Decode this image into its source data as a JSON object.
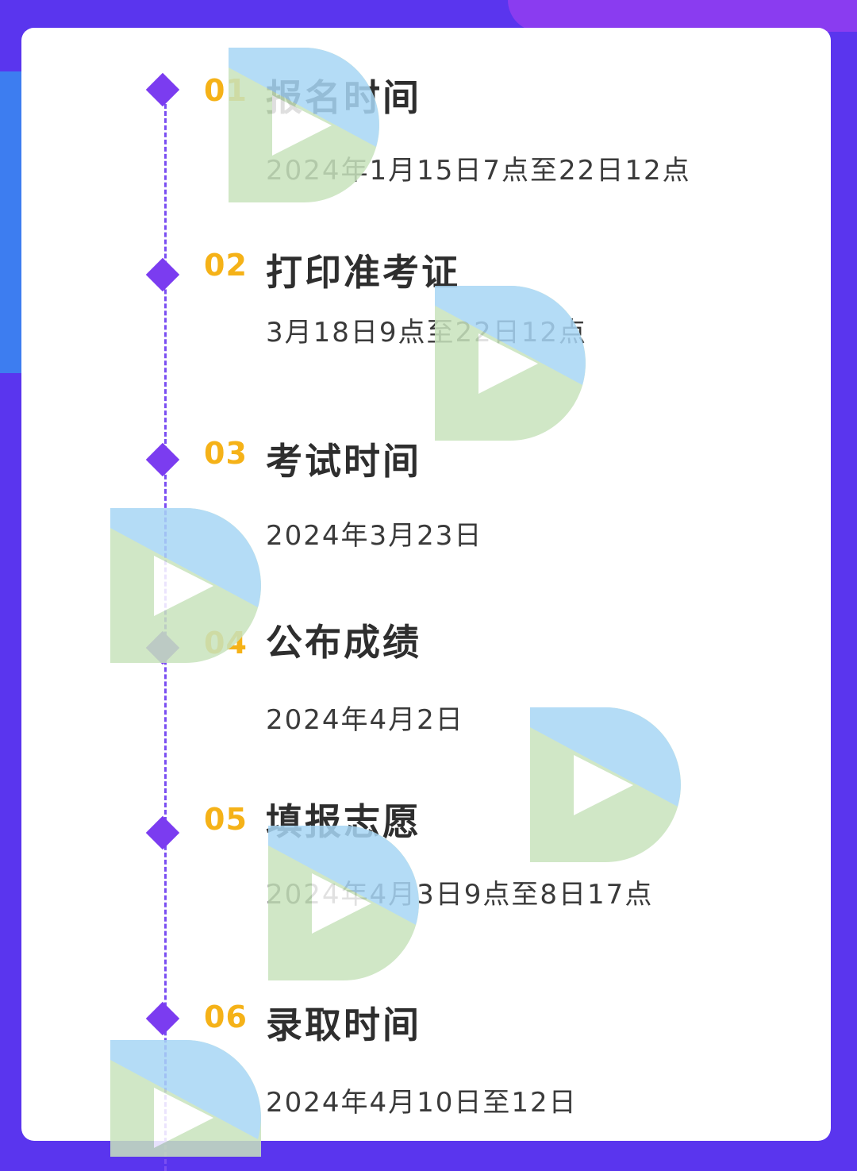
{
  "steps": [
    {
      "num": "01",
      "title": "报名时间",
      "detail": "2024年1月15日7点至22日12点"
    },
    {
      "num": "02",
      "title": "打印准考证",
      "detail": "3月18日9点至22日12点"
    },
    {
      "num": "03",
      "title": "考试时间",
      "detail": "2024年3月23日"
    },
    {
      "num": "04",
      "title": "公布成绩",
      "detail": "2024年4月2日"
    },
    {
      "num": "05",
      "title": "填报志愿",
      "detail": "2024年4月3日9点至8日17点"
    },
    {
      "num": "06",
      "title": "录取时间",
      "detail": "2024年4月10日至12日"
    }
  ],
  "colors": {
    "accent": "#7b3cf0",
    "number": "#f5b218",
    "background": "#5a35ee"
  },
  "icons": {
    "marker": "diamond-icon",
    "watermark": "play-logo-watermark"
  }
}
